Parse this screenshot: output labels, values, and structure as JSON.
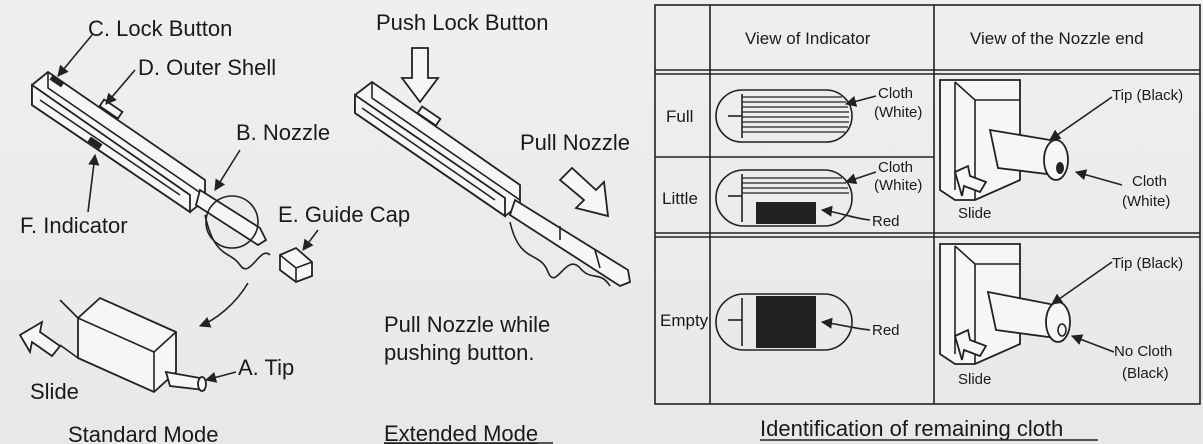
{
  "labels": {
    "lock_button": "C. Lock Button",
    "outer_shell": "D. Outer Shell",
    "nozzle": "B. Nozzle",
    "indicator": "F. Indicator",
    "guide_cap": "E. Guide Cap",
    "tip": "A. Tip",
    "slide_left": "Slide",
    "standard_mode": "Standard Mode",
    "push_lock_button": "Push Lock Button",
    "pull_nozzle": "Pull Nozzle",
    "pull_nozzle_instruction_line1": "Pull Nozzle while",
    "pull_nozzle_instruction_line2": "pushing button.",
    "extended_mode": "Extended Mode"
  },
  "table": {
    "header_indicator": "View of Indicator",
    "header_nozzle": "View of the Nozzle end",
    "rows": [
      {
        "level": "Full",
        "cloth_line1": "Cloth",
        "cloth_line2": "(White)",
        "red": ""
      },
      {
        "level": "Little",
        "cloth_line1": "Cloth",
        "cloth_line2": "(White)",
        "red": "Red"
      },
      {
        "level": "Empty",
        "cloth_line1": "",
        "cloth_line2": "",
        "red": "Red"
      }
    ],
    "nozzle_top": {
      "tip": "Tip (Black)",
      "slide": "Slide",
      "cloth_line1": "Cloth",
      "cloth_line2": "(White)"
    },
    "nozzle_bottom": {
      "tip": "Tip (Black)",
      "slide": "Slide",
      "cloth_line1": "No Cloth",
      "cloth_line2": "(Black)"
    },
    "caption": "Identification of remaining cloth"
  }
}
